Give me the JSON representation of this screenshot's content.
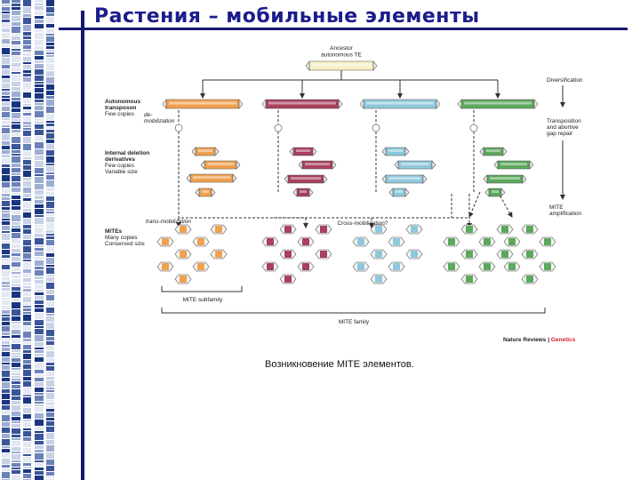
{
  "slide": {
    "title": "Растения – мобильные элементы",
    "caption": "Возникновение MITE элементов."
  },
  "figure": {
    "ancestor": [
      "Ancestor",
      "autonomous TE"
    ],
    "diversification": "Diversification",
    "autonomous_label": [
      "Autonomous",
      "transposon",
      "Few copies"
    ],
    "de_mobilization": [
      "de-",
      "mobilization"
    ],
    "deletion_label": [
      "Internal deletion",
      "derivatives",
      "Few copies",
      "Variable size"
    ],
    "transposition_label": [
      "Transposition",
      "and abortive",
      "gap repair"
    ],
    "trans_mobilization": "trans-mobilization",
    "cross_mobilization": "Cross-mobilization?",
    "mite_amplification": [
      "MITE",
      "amplification"
    ],
    "mites_label": [
      "MITEs",
      "Many copies",
      "Conserved size"
    ],
    "mite_subfamily": "MITE subfamily",
    "mite_family": "MITE family",
    "credit_journal": "Nature Reviews",
    "credit_section": "Genetics",
    "lineage_colors": [
      "#f0a050",
      "#a8405e",
      "#8ec8dc",
      "#5ca85c"
    ]
  }
}
